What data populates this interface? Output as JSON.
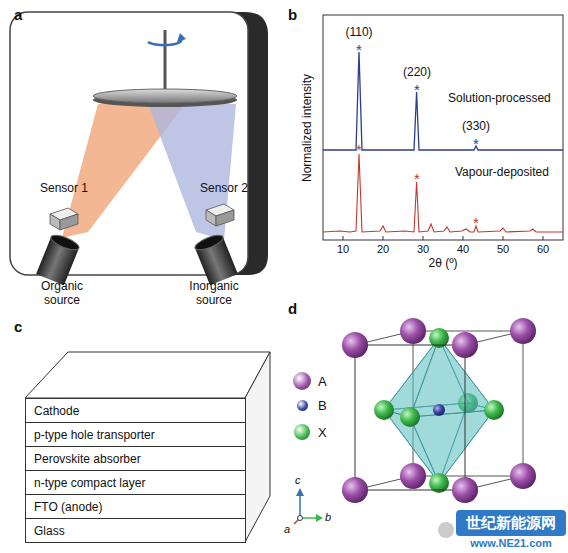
{
  "diagram": {
    "nodes": [
      {
        "text": [
          "Cathode"
        ]
      },
      {
        "text": [
          "p-type hole transporter"
        ]
      },
      {
        "text": [
          "Perovskite absorber"
        ]
      },
      {
        "text": [
          "n-type compact layer"
        ]
      },
      {
        "text": [
          "FTO (anode)"
        ]
      },
      {
        "text": [
          "Glass"
        ]
      }
    ],
    "labels": [
      "a",
      "Sensor 1",
      "Sensor 2",
      "Organic source",
      "Inorganic source",
      "b",
      "(110)",
      "(220)",
      "(330)",
      "*",
      "*",
      "*",
      "*",
      "*",
      "*",
      "Solution-processed",
      "Vapour-deposited",
      "Normalized intensity",
      "2θ (º)",
      "10",
      "20",
      "30",
      "40",
      "50",
      "60",
      "c",
      "d",
      "c",
      "a",
      "b",
      "世纪新能源网",
      "www.NE21.com"
    ],
    "legend": [
      {
        "text": "A",
        "color": "#9b4fa6"
      },
      {
        "text": "B",
        "color": "#3b46a3"
      },
      {
        "text": "X",
        "color": "#3cb94a"
      }
    ]
  }
}
